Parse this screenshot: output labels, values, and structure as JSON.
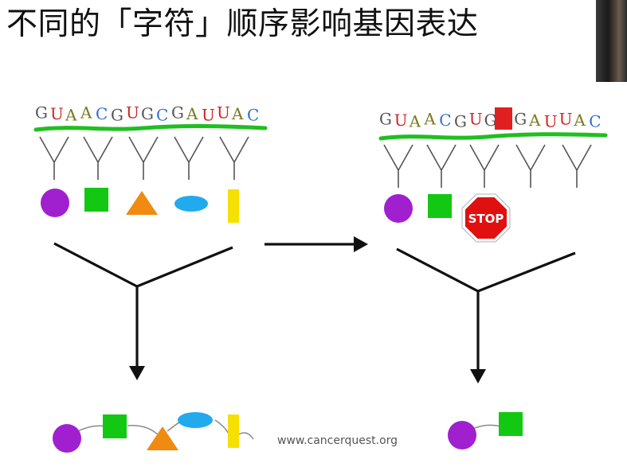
{
  "title": "不同的「字符」顺序影响基因表达",
  "left_sequence": [
    {
      "letter": "G",
      "color": "#555555"
    },
    {
      "letter": "U",
      "color": "#d02020"
    },
    {
      "letter": "A",
      "color": "#7a7a20"
    },
    {
      "letter": "A",
      "color": "#7a7a20"
    },
    {
      "letter": "C",
      "color": "#2a6fd6"
    },
    {
      "letter": "G",
      "color": "#555555"
    },
    {
      "letter": "U",
      "color": "#d02020"
    },
    {
      "letter": "G",
      "color": "#555555"
    },
    {
      "letter": "C",
      "color": "#2a6fd6"
    },
    {
      "letter": "G",
      "color": "#555555"
    },
    {
      "letter": "A",
      "color": "#7a7a20"
    },
    {
      "letter": "U",
      "color": "#d02020"
    },
    {
      "letter": "U",
      "color": "#d02020"
    },
    {
      "letter": "A",
      "color": "#7a7a20"
    },
    {
      "letter": "C",
      "color": "#2a6fd6"
    }
  ],
  "right_sequence": [
    {
      "letter": "G",
      "color": "#555555"
    },
    {
      "letter": "U",
      "color": "#d02020"
    },
    {
      "letter": "A",
      "color": "#7a7a20"
    },
    {
      "letter": "A",
      "color": "#7a7a20"
    },
    {
      "letter": "C",
      "color": "#2a6fd6"
    },
    {
      "letter": "G",
      "color": "#555555"
    },
    {
      "letter": "U",
      "color": "#d02020"
    },
    {
      "letter": "G",
      "color": "#555555"
    },
    {
      "letter": "",
      "color": "#555555"
    },
    {
      "letter": "G",
      "color": "#555555"
    },
    {
      "letter": "A",
      "color": "#7a7a20"
    },
    {
      "letter": "U",
      "color": "#d02020"
    },
    {
      "letter": "U",
      "color": "#d02020"
    },
    {
      "letter": "A",
      "color": "#7a7a20"
    },
    {
      "letter": "C",
      "color": "#2a6fd6"
    }
  ],
  "stop_label": "STOP",
  "watermark": "www.cancerquest.org",
  "colors": {
    "strand": "#1fbf1f",
    "circle": "#a020d0",
    "square": "#12c812",
    "triangle": "#f08a10",
    "ellipse": "#22aaee",
    "bar": "#f5e000",
    "mutation": "#e02020",
    "stop": "#e01010",
    "line": "#111111"
  }
}
